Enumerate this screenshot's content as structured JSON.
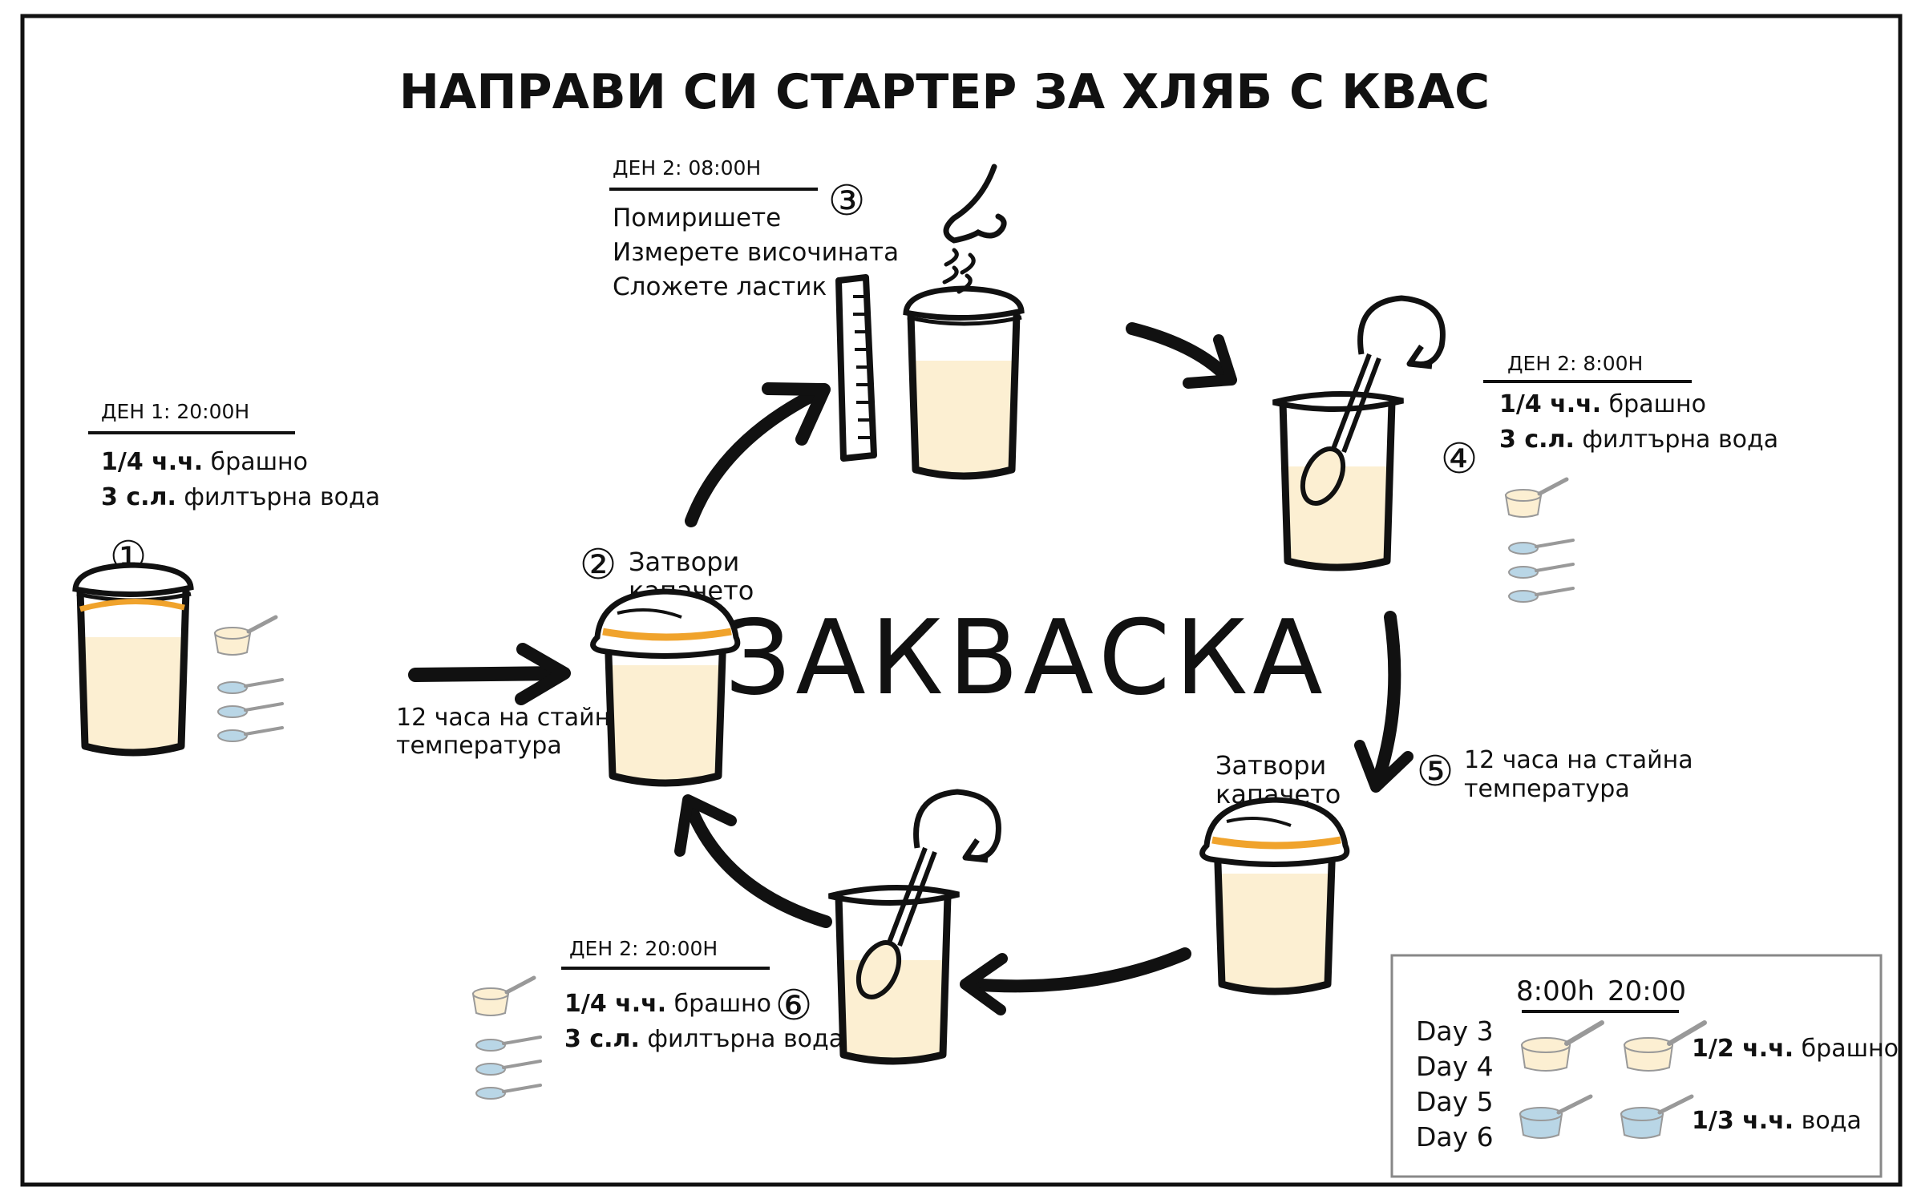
{
  "title": "НАПРАВИ СИ СТАРТЕР ЗА ХЛЯБ С КВАС",
  "center_label": "ЗАКВАСКА",
  "colors": {
    "ink": "#111111",
    "orange": "#f0a32c",
    "cream": "#fcefd2",
    "water": "#b9d6e6",
    "frame": "#111111",
    "legend_border": "#888888"
  },
  "steps": {
    "s1": {
      "number": "①",
      "time_label": "ДЕН 1:",
      "time_value": "20:00Н",
      "line1_bold": "1/4 ч.ч.",
      "line1_rest": " брашно",
      "line2_bold": "3 с.л.",
      "line2_rest": " филтърна вода"
    },
    "s2": {
      "number": "②",
      "action_line1": "Затвори",
      "action_line2": "капачето",
      "wait_line1": "12 часа на стайна",
      "wait_line2": "температура"
    },
    "s3": {
      "number": "③",
      "time_label": "ДЕН 2:",
      "time_value": "08:00Н",
      "tasks": [
        "Помиришете",
        "Измерете височината",
        "Сложете ластик"
      ]
    },
    "s4": {
      "number": "④",
      "time_label": "ДЕН 2:",
      "time_value": "8:00Н",
      "line1_bold": "1/4 ч.ч.",
      "line1_rest": " брашно",
      "line2_bold": "3 с.л.",
      "line2_rest": " филтърна вода"
    },
    "s5": {
      "number": "⑤",
      "action_line1": "Затвори",
      "action_line2": "капачето",
      "wait_line1": "12 часа на стайна",
      "wait_line2": "температура"
    },
    "s6": {
      "number": "⑥",
      "time_label": "ДЕН 2:",
      "time_value": "20:00Н",
      "line1_bold": "1/4 ч.ч.",
      "line1_rest": " брашно",
      "line2_bold": "3 с.л.",
      "line2_rest": " филтърна вода"
    }
  },
  "legend": {
    "time1": "8:00h",
    "time2": "20:00",
    "days": [
      "Day 3",
      "Day 4",
      "Day 5",
      "Day 6"
    ],
    "flour_bold": "1/2 ч.ч.",
    "flour_rest": " брашно",
    "water_bold": "1/3 ч.ч.",
    "water_rest": " вода"
  }
}
